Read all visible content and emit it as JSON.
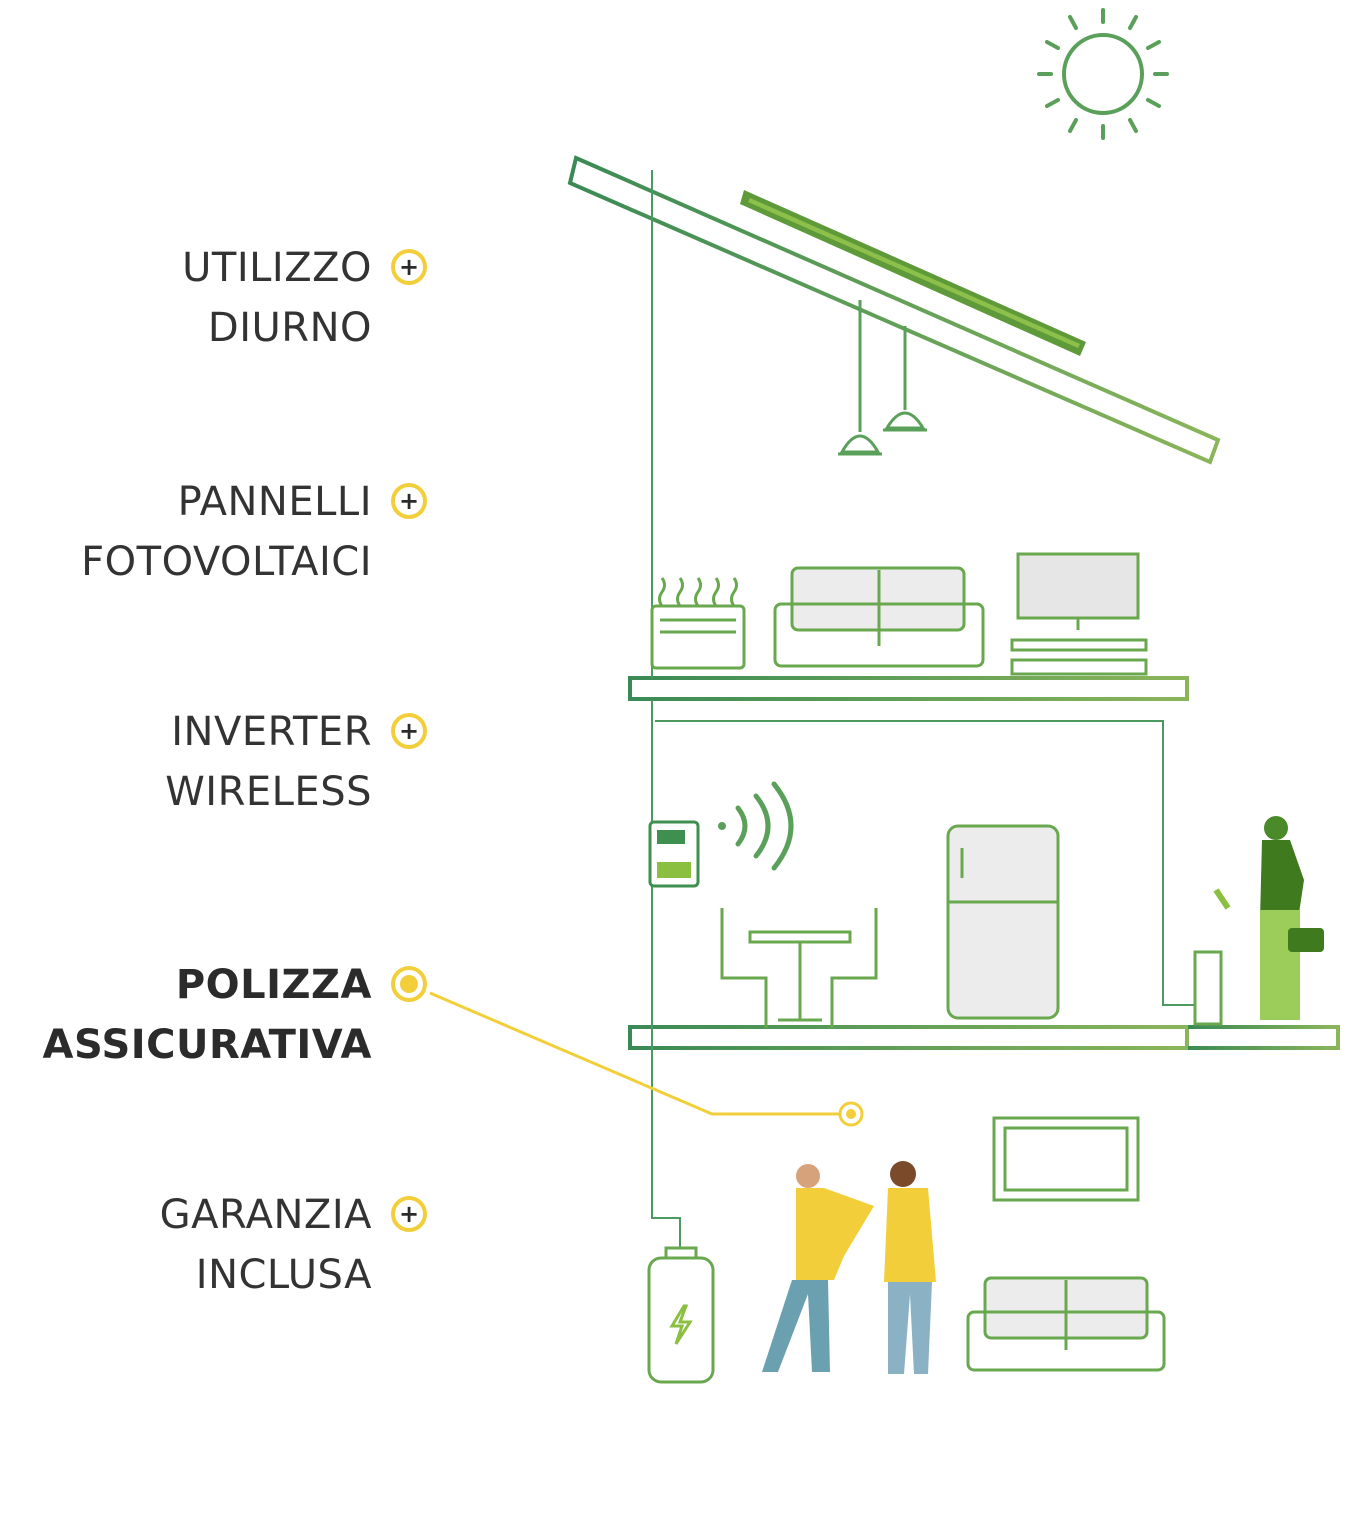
{
  "features": [
    {
      "id": "utilizzo-diurno",
      "lines": [
        "UTILIZZO",
        "DIURNO"
      ],
      "active": false,
      "icon": "plus-icon"
    },
    {
      "id": "pannelli-fotovoltaici",
      "lines": [
        "PANNELLI",
        "FOTOVOLTAICI"
      ],
      "active": false,
      "icon": "plus-icon"
    },
    {
      "id": "inverter-wireless",
      "lines": [
        "INVERTER",
        "WIRELESS"
      ],
      "active": false,
      "icon": "plus-icon"
    },
    {
      "id": "polizza-assicurativa",
      "lines": [
        "POLIZZA",
        "ASSICURATIVA"
      ],
      "active": true,
      "icon": "dot-icon"
    },
    {
      "id": "garanzia-inclusa",
      "lines": [
        "GARANZIA",
        "INCLUSA"
      ],
      "active": false,
      "icon": "plus-icon"
    }
  ],
  "marker_plus_glyph": "+",
  "colors": {
    "accent": "#f2cf3a",
    "house_green": "#3f8f4f",
    "light_green": "#8bbf3f",
    "dark_green": "#3f7a1e",
    "text": "#333333"
  }
}
